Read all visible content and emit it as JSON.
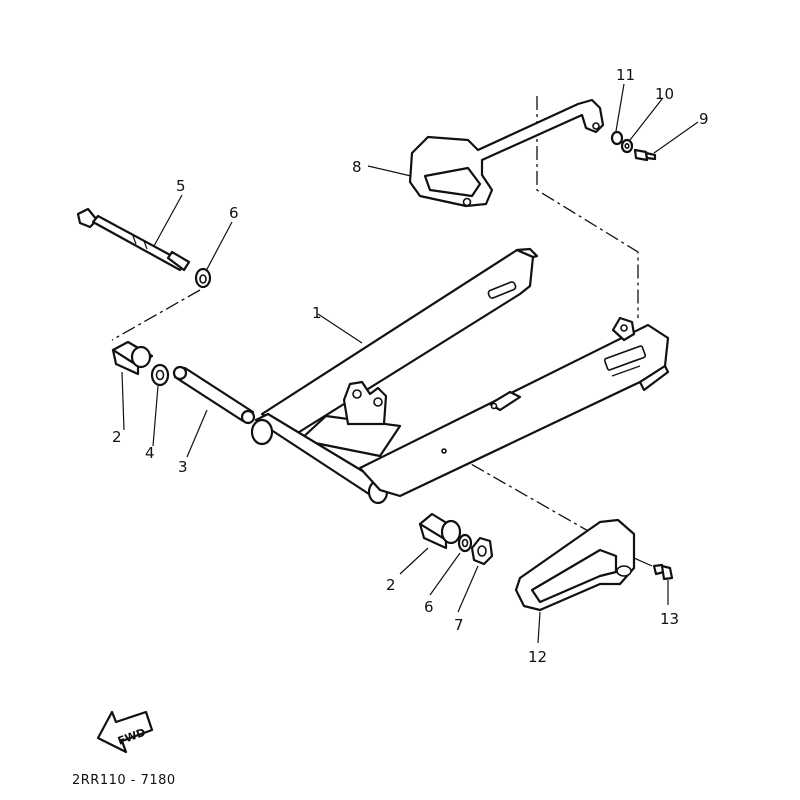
{
  "diagram": {
    "callouts": [
      "1",
      "2",
      "3",
      "4",
      "5",
      "6",
      "7",
      "8",
      "9",
      "10",
      "11",
      "12",
      "13"
    ],
    "second_callouts": {
      "two": "2",
      "six": "6"
    },
    "fwd_label": "FWD",
    "drawing_code": "2RR110 - 7180"
  }
}
